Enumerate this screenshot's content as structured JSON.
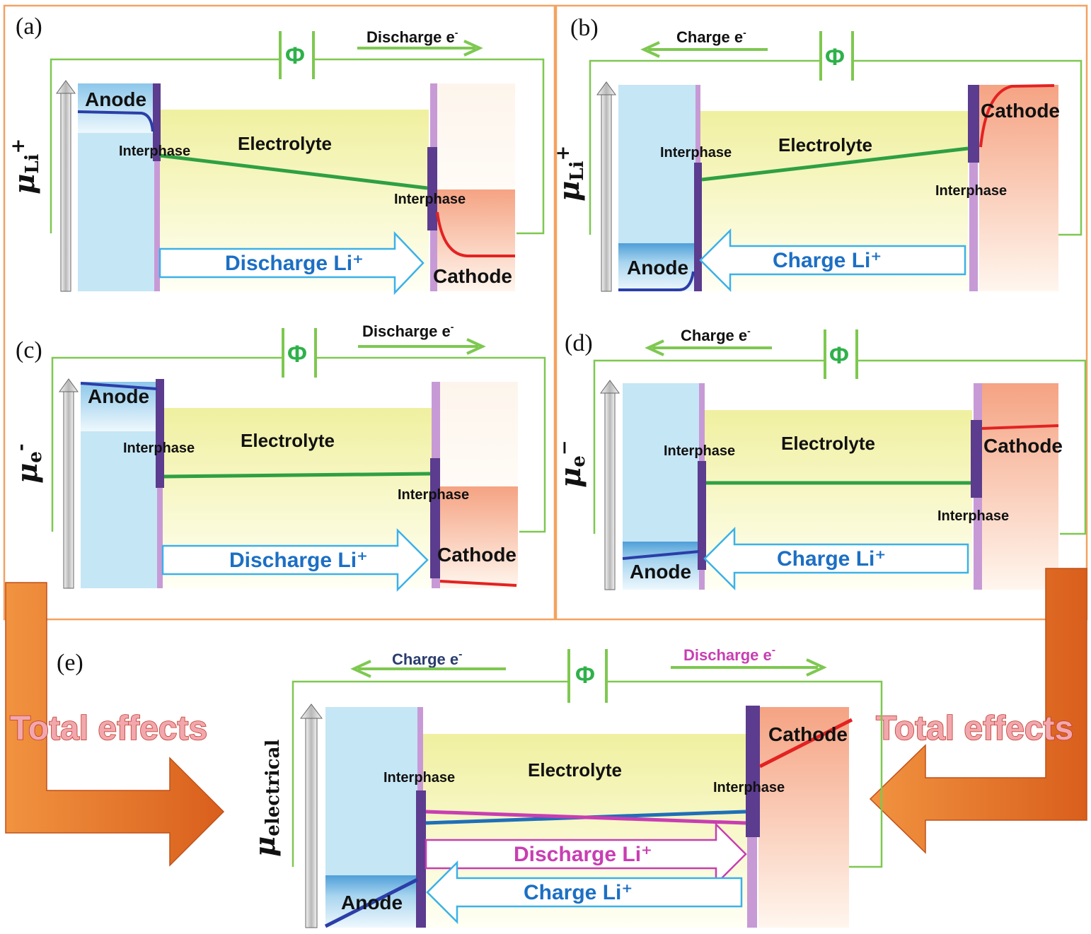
{
  "panels": {
    "a": {
      "label": "(a)",
      "axis_symbol": "μ",
      "axis_sub": "Li",
      "axis_sup": "+",
      "electron_label": "Discharge e",
      "electron_sup": "-",
      "phi": "Φ",
      "anode": "Anode",
      "cathode": "Cathode",
      "electrolyte": "Electrolyte",
      "interphase_left": "Interphase",
      "interphase_right": "Interphase",
      "ion_label": "Discharge Li⁺"
    },
    "b": {
      "label": "(b)",
      "axis_symbol": "μ",
      "axis_sub": "Li",
      "axis_sup": "+",
      "electron_label": "Charge e",
      "electron_sup": "-",
      "phi": "Φ",
      "anode": "Anode",
      "cathode": "Cathode",
      "electrolyte": "Electrolyte",
      "interphase_left": "Interphase",
      "interphase_right": "Interphase",
      "ion_label": "Charge Li⁺"
    },
    "c": {
      "label": "(c)",
      "axis_symbol": "μ",
      "axis_sub": "e",
      "axis_sup": "-",
      "electron_label": "Discharge e",
      "electron_sup": "-",
      "phi": "Φ",
      "anode": "Anode",
      "cathode": "Cathode",
      "electrolyte": "Electrolyte",
      "interphase_left": "Interphase",
      "interphase_right": "Interphase",
      "ion_label": "Discharge Li⁺"
    },
    "d": {
      "label": "(d)",
      "axis_symbol": "μ",
      "axis_sub": "e",
      "axis_sup": "−",
      "electron_label": "Charge e",
      "electron_sup": "-",
      "phi": "Φ",
      "anode": "Anode",
      "cathode": "Cathode",
      "electrolyte": "Electrolyte",
      "interphase_left": "Interphase",
      "interphase_right": "Interphase",
      "ion_label": "Charge Li⁺"
    },
    "e": {
      "label": "(e)",
      "axis_symbol": "μ",
      "axis_sub": "electrical",
      "charge_e": "Charge e",
      "discharge_e": "Discharge e",
      "electron_sup": "-",
      "phi": "Φ",
      "anode": "Anode",
      "cathode": "Cathode",
      "electrolyte": "Electrolyte",
      "interphase_left": "Interphase",
      "interphase_right": "Interphase",
      "discharge_ion": "Discharge Li⁺",
      "charge_ion": "Charge Li⁺"
    }
  },
  "total_effects_left": "Total effects",
  "total_effects_right": "Total effects",
  "colors": {
    "frame_orange": "#f4a261",
    "circuit_green": "#7ec850",
    "anode_blue": "#c5e6f5",
    "electrolyte_yellow": "#f0f0a0",
    "cathode_salmon": "#f5a383",
    "interphase_purple": "#5b3c8f",
    "anode_line": "#2b3ea8",
    "cathode_line": "#e32222",
    "electrolyte_line": "#2ea043",
    "discharge_magenta": "#c83eb2",
    "charge_navy": "#2a3d6e",
    "ion_arrow_cyan": "#3bb1e8",
    "big_arrow_orange": "#e8732a"
  }
}
